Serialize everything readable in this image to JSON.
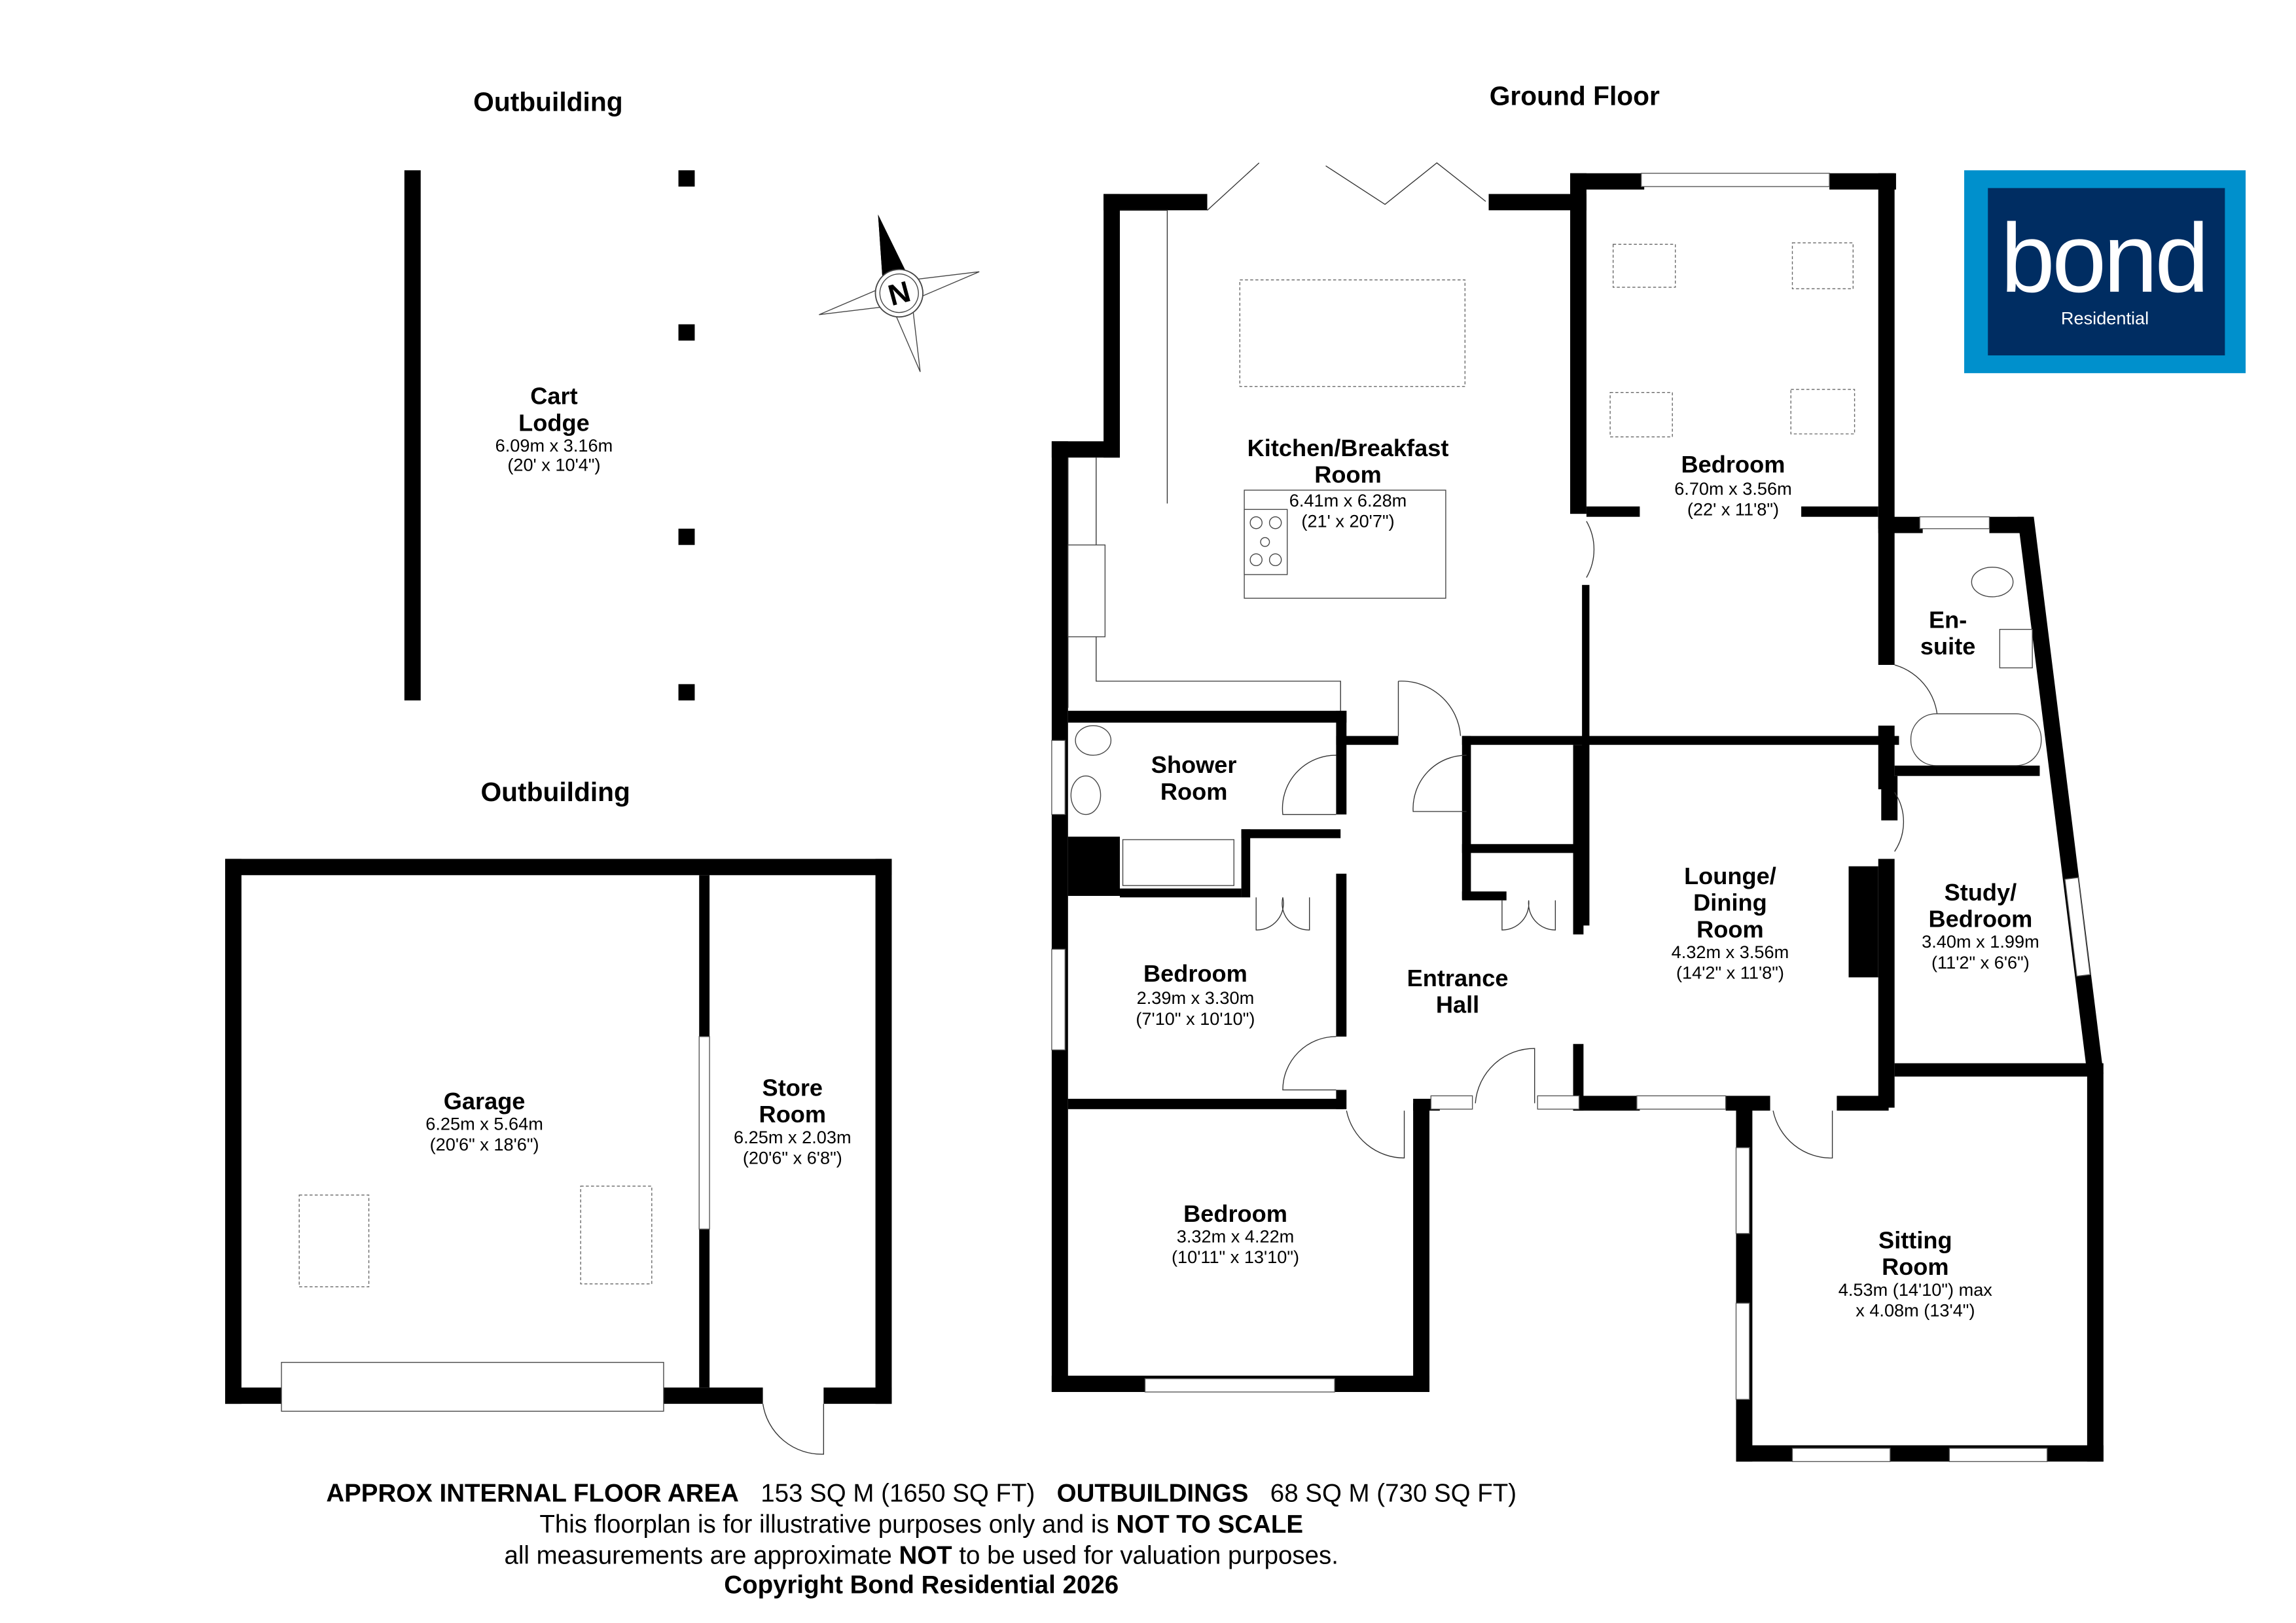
{
  "headings": {
    "outbuilding_top": "Outbuilding",
    "outbuilding_bottom": "Outbuilding",
    "ground_floor": "Ground Floor"
  },
  "compass": {
    "label": "N",
    "icon": "north-compass-icon"
  },
  "logo": {
    "brand": "bond",
    "subtitle": "Residential",
    "outer_color": "#0090CC",
    "inner_color": "#002D62"
  },
  "rooms": {
    "cart_lodge": {
      "name_line1": "Cart",
      "name_line2": "Lodge",
      "dim_m": "6.09m x 3.16m",
      "dim_ft": "(20' x 10'4\")"
    },
    "garage": {
      "name_line1": "Garage",
      "dim_m": "6.25m x 5.64m",
      "dim_ft": "(20'6\" x 18'6\")"
    },
    "store_room": {
      "name_line1": "Store",
      "name_line2": "Room",
      "dim_m": "6.25m x 2.03m",
      "dim_ft": "(20'6\" x 6'8\")"
    },
    "kitchen": {
      "name_line1": "Kitchen/Breakfast",
      "name_line2": "Room",
      "dim_m": "6.41m x 6.28m",
      "dim_ft": "(21' x 20'7\")"
    },
    "master_bedroom": {
      "name_line1": "Bedroom",
      "dim_m": "6.70m x 3.56m",
      "dim_ft": "(22' x 11'8\")"
    },
    "ensuite": {
      "name_line1": "En-",
      "name_line2": "suite"
    },
    "shower_room": {
      "name_line1": "Shower",
      "name_line2": "Room"
    },
    "bedroom_small": {
      "name_line1": "Bedroom",
      "dim_m": "2.39m x 3.30m",
      "dim_ft": "(7'10\" x 10'10\")"
    },
    "entrance_hall": {
      "name_line1": "Entrance",
      "name_line2": "Hall"
    },
    "lounge": {
      "name_line1": "Lounge/",
      "name_line2": "Dining",
      "name_line3": "Room",
      "dim_m": "4.32m x 3.56m",
      "dim_ft": "(14'2\" x 11'8\")"
    },
    "study": {
      "name_line1": "Study/",
      "name_line2": "Bedroom",
      "dim_m": "3.40m x 1.99m",
      "dim_ft": "(11'2\" x 6'6\")"
    },
    "bedroom_front": {
      "name_line1": "Bedroom",
      "dim_m": "3.32m x 4.22m",
      "dim_ft": "(10'11\" x 13'10\")"
    },
    "sitting_room": {
      "name_line1": "Sitting",
      "name_line2": "Room",
      "dim_line1": "4.53m (14'10\") max",
      "dim_line2": "x 4.08m (13'4\")"
    }
  },
  "footer": {
    "area_label": "APPROX INTERNAL FLOOR AREA",
    "area_value": "153 SQ M (1650 SQ FT)",
    "outbuildings_label": "OUTBUILDINGS",
    "outbuildings_value": "68 SQ M (730 SQ FT)",
    "disclaimer1_text": "This floorplan is for illustrative purposes only and is ",
    "disclaimer1_bold": "NOT TO SCALE",
    "disclaimer2_pre": "all measurements are approximate ",
    "disclaimer2_bold": "NOT",
    "disclaimer2_post": " to be used for valuation purposes.",
    "copyright": "Copyright Bond Residential 2026"
  }
}
